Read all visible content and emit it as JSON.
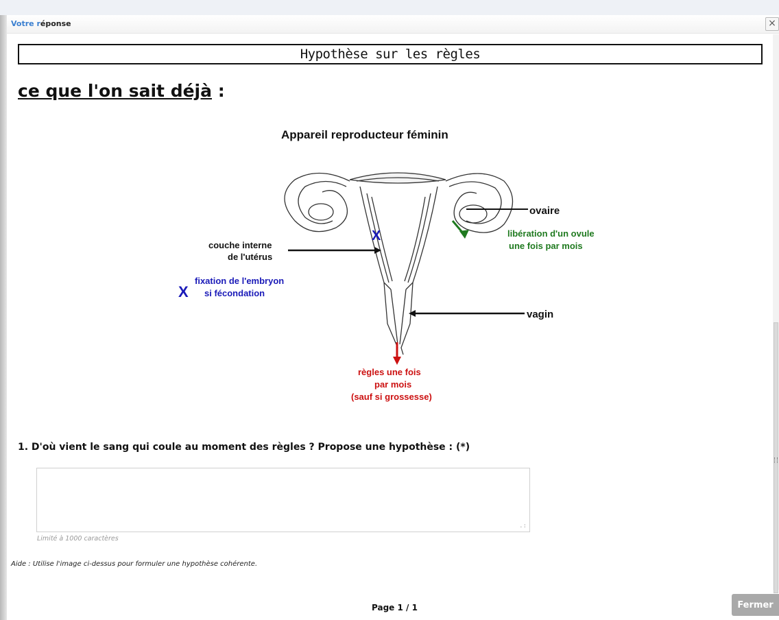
{
  "dialog": {
    "title_part1": "Votre r",
    "title_part2": "éponse",
    "close_glyph": "×"
  },
  "content": {
    "heading": "Hypothèse sur les règles",
    "section_title": "ce que l'on sait déjà",
    "section_suffix": " :",
    "diagram": {
      "title": "Appareil reproducteur féminin",
      "labels": {
        "ovaire": "ovaire",
        "liberation_1": "libération d'un ovule",
        "liberation_2": "une fois par mois",
        "couche_1": "couche interne",
        "couche_2": "de l'utérus",
        "fixation_mark": "X",
        "fixation_1": "fixation de l'embryon",
        "fixation_2": "si fécondation",
        "vagin": "vagin",
        "regles_1": "règles une fois",
        "regles_2": "par mois",
        "regles_3": "(sauf si grossesse)"
      },
      "colors": {
        "black": "#111111",
        "green": "#1f7a1f",
        "blue": "#1a1ab8",
        "red": "#cc1111"
      }
    },
    "question": "1. D'où vient le sang qui coule au moment des règles ? Propose une hypothèse : (*)",
    "answer_value": "",
    "limit_text": "Limité à 1000 caractères",
    "help_text": "Aide : Utilise l'image ci-dessus pour formuler une hypothèse cohérente."
  },
  "footer": {
    "page_indicator": "Page 1 / 1",
    "close_button": "Fermer"
  }
}
